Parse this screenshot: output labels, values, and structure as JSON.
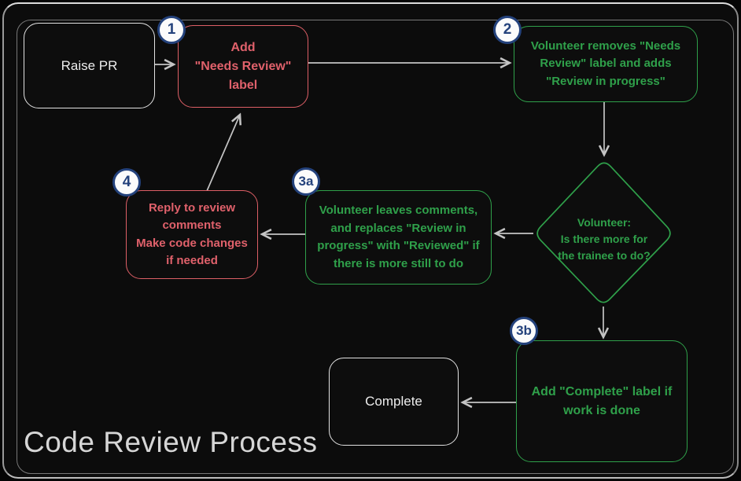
{
  "title": "Code Review Process",
  "colors": {
    "background": "#0c0c0c",
    "red_accent": "#e0616b",
    "green_accent": "#2fa04a",
    "neutral_node": "#ededed",
    "badge_blue": "#24427c",
    "badge_fill": "#fbfbfb",
    "arrow_gray": "#c4c4c4"
  },
  "nodes": {
    "raise_pr": {
      "label": "Raise PR"
    },
    "step1": {
      "badge": "1",
      "label": "Add\n\"Needs Review\"\nlabel"
    },
    "step2": {
      "badge": "2",
      "label": "Volunteer removes \"Needs\nReview\" label and adds\n\"Review in progress\""
    },
    "decision": {
      "label": "Volunteer:\nIs there more for\nthe trainee to do?"
    },
    "step3a": {
      "badge": "3a",
      "label": "Volunteer leaves comments,\nand replaces \"Review in\nprogress\" with \"Reviewed\" if\nthere is more still to do"
    },
    "step4": {
      "badge": "4",
      "label": "Reply to review\ncomments\nMake code changes\nif needed"
    },
    "step3b": {
      "badge": "3b",
      "label": "Add \"Complete\" label if\nwork is done"
    },
    "complete": {
      "label": "Complete"
    }
  }
}
